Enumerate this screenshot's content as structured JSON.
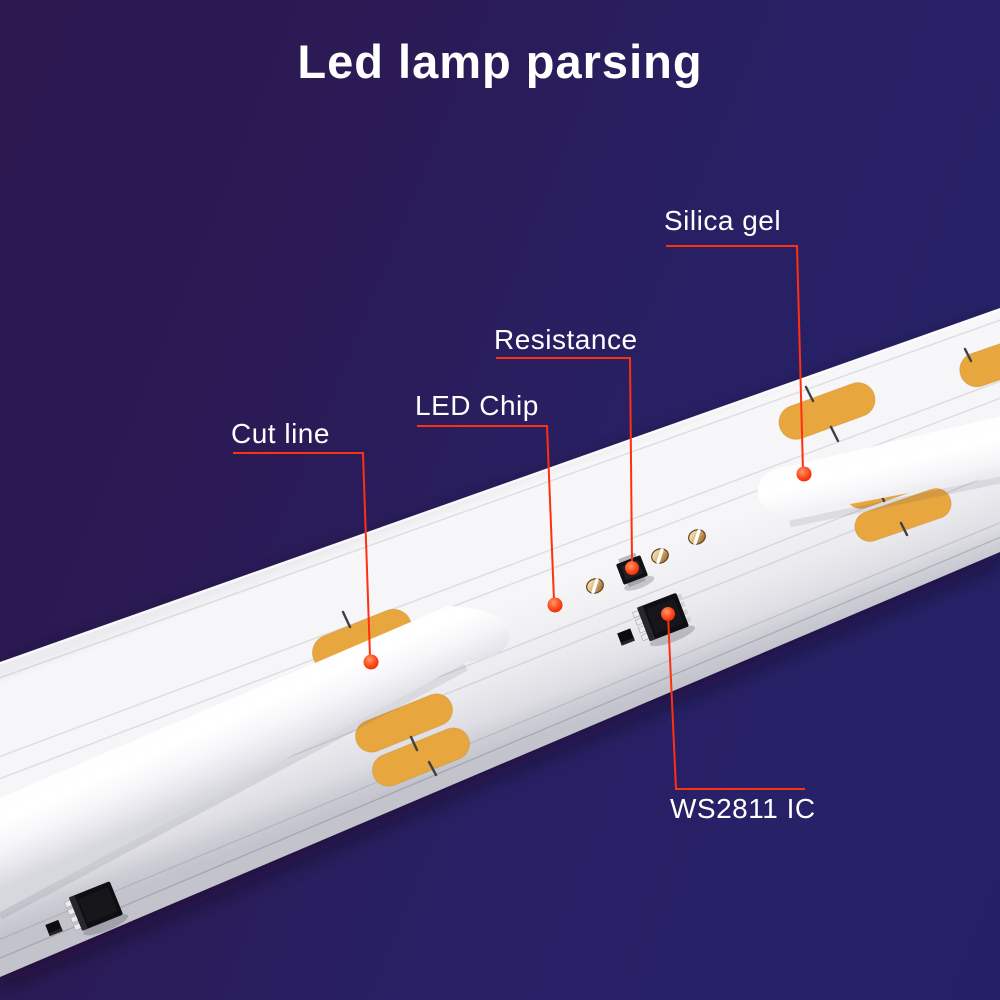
{
  "title": "Led lamp parsing",
  "annotations": {
    "silica_gel": {
      "label": "Silica gel"
    },
    "resistance": {
      "label": "Resistance"
    },
    "led_chip": {
      "label": "LED Chip"
    },
    "cut_line": {
      "label": "Cut line"
    },
    "ws2811_ic": {
      "label": "WS2811 IC"
    }
  },
  "colors": {
    "background_top_left": "#2c174e",
    "background_bottom_right": "#272168",
    "annotation_red": "#ff2f10",
    "marker_dot_orange": "#ff4517",
    "pcb_white": "#f4f4f7",
    "silicone_white": "#ffffff",
    "solder_pad_orange": "#e8a63f",
    "chip_black": "#101014",
    "label_text": "#ffffff"
  }
}
